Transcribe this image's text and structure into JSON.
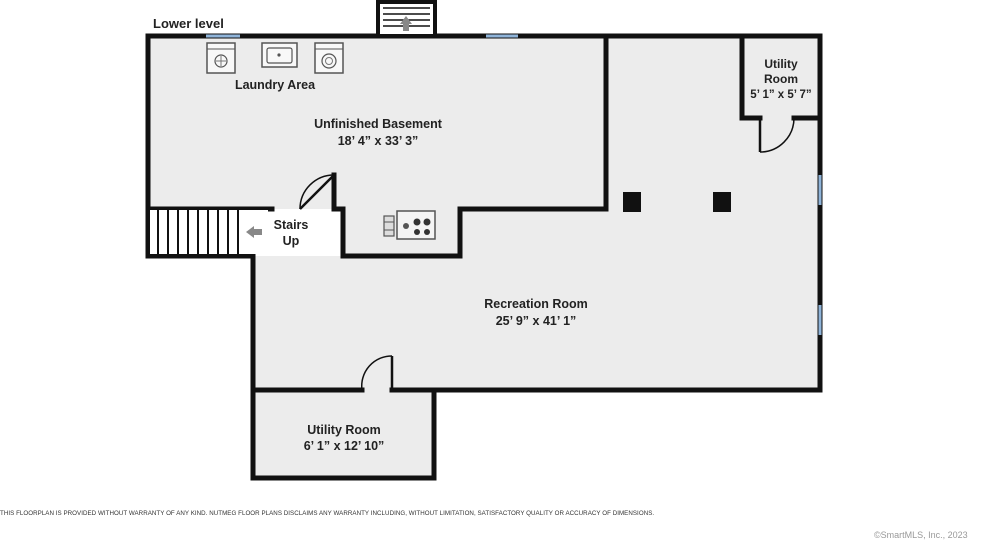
{
  "plan": {
    "level_label": "Lower level",
    "rooms": {
      "laundry": {
        "name": "Laundry Area"
      },
      "basement": {
        "name": "Unfinished Basement",
        "dims": "18’ 4” x 33’ 3”"
      },
      "utility_small": {
        "name_line1": "Utility",
        "name_line2": "Room",
        "dims": "5’ 1” x 5’ 7”"
      },
      "stairs": {
        "line1": "Stairs",
        "line2": "Up"
      },
      "recreation": {
        "name": "Recreation Room",
        "dims": "25’ 9” x 41’ 1”"
      },
      "utility_large": {
        "name": "Utility Room",
        "dims": "6’ 1” x 12’ 10”"
      }
    },
    "colors": {
      "wall": "#111111",
      "floor": "#ececec",
      "window": "#8fb4d9"
    }
  },
  "footer": {
    "disclaimer": "THIS FLOORPLAN IS PROVIDED WITHOUT WARRANTY OF ANY KIND. NUTMEG FLOOR PLANS DISCLAIMS ANY WARRANTY INCLUDING, WITHOUT LIMITATION, SATISFACTORY QUALITY OR ACCURACY OF DIMENSIONS.",
    "copyright": "©SmartMLS, Inc., 2023"
  }
}
